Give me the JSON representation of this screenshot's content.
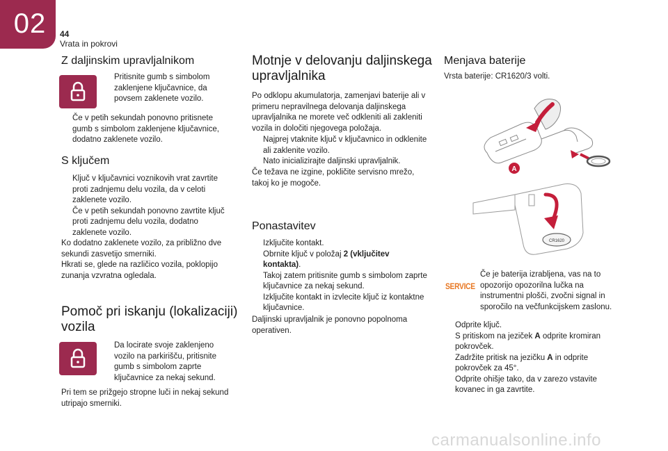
{
  "header": {
    "chapter_number": "02",
    "page_number": "44",
    "section_title": "Vrata in pokrovi"
  },
  "col1": {
    "remote_title": "Z daljinskim upravljalnikom",
    "remote_icon_text": "Pritisnite gumb s simbolom zaklenjene ključavnice, da povsem zaklenete vozilo.",
    "remote_bullets": [
      "Če v petih sekundah ponovno pritisnete gumb s simbolom zaklenjene ključavnice, dodatno zaklenete vozilo."
    ],
    "key_title": "S ključem",
    "key_bullets": [
      "Ključ v ključavnici voznikovih vrat zavrtite proti zadnjemu delu vozila, da v celoti zaklenete vozilo.",
      "Če v petih sekundah ponovno zavrtite ključ proti zadnjemu delu vozila, dodatno zaklenete vozilo."
    ],
    "key_paragraphs": [
      "Ko dodatno zaklenete vozilo, za približno dve sekundi zasvetijo smerniki.",
      "Hkrati se, glede na različico vozila, poklopijo zunanja vzvratna ogledala."
    ],
    "locate_title_line1": "Pomoč pri iskanju (lokalizaciji)",
    "locate_title_line2": "vozila",
    "locate_icon_text": "Da locirate svoje zaklenjeno vozilo na parkirišču, pritisnite gumb s simbolom zaprte ključavnice za nekaj sekund.",
    "locate_paragraph": "Pri tem se prižgejo stropne luči in nekaj sekund utripajo smerniki."
  },
  "col2": {
    "malfunction_title_line1": "Motnje v delovanju daljinskega",
    "malfunction_title_line2": "upravljalnika",
    "malfunction_paragraph": "Po odklopu akumulatorja, zamenjavi baterije ali v primeru nepravilnega delovanja daljinskega upravljalnika ne morete več odkleniti ali zakleniti vozila in določiti njegovega položaja.",
    "malfunction_bullets": [
      "Najprej vtaknite ključ v ključavnico in odklenite ali zaklenite vozilo.",
      "Nato inicializirajte daljinski upravljalnik."
    ],
    "malfunction_paragraph2": "Če težava ne izgine, pokličite servisno mrežo, takoj ko je mogoče.",
    "reset_title": "Ponastavitev",
    "reset_bullet1": "Izključite kontakt.",
    "reset_bullet2_pre": "Obrnite ključ v položaj ",
    "reset_bullet2_bold": "2 (vključitev kontakta)",
    "reset_bullet2_post": ".",
    "reset_bullet3": "Takoj zatem pritisnite gumb s simbolom zaprte ključavnice za nekaj sekund.",
    "reset_bullet4": "Izključite kontakt in izvlecite ključ iz kontaktne ključavnice.",
    "reset_paragraph": "Daljinski upravljalnik je ponovno popolnoma operativen."
  },
  "col3": {
    "battery_title": "Menjava baterije",
    "battery_type": "Vrsta baterije: CR1620/3 volti.",
    "figure_label_a": "A",
    "figure_battery_label": "CR1620",
    "service_badge": "SERVICE",
    "service_text": "Če je baterija izrabljena, vas na to opozorijo opozorilna lučka na instrumentni plošči, zvočni signal in sporočilo na večfunkcijskem zaslonu.",
    "step1": "Odprite ključ.",
    "step2_pre": "S pritiskom na jeziček ",
    "step2_bold": "A",
    "step2_post": " odprite kromiran pokrovček.",
    "step3_pre": "Zadržite pritisk na jezičku ",
    "step3_bold": "A",
    "step3_post": " in odprite pokrovček za 45°.",
    "step4": "Odprite ohišje tako, da v zarezo vstavite kovanec in ga zavrtite."
  },
  "bullet_marker": "",
  "watermark": "carmanualsonline.info",
  "colors": {
    "brand": "#9c2a4f",
    "service": "#e87722",
    "figure_red": "#c41e3a"
  }
}
